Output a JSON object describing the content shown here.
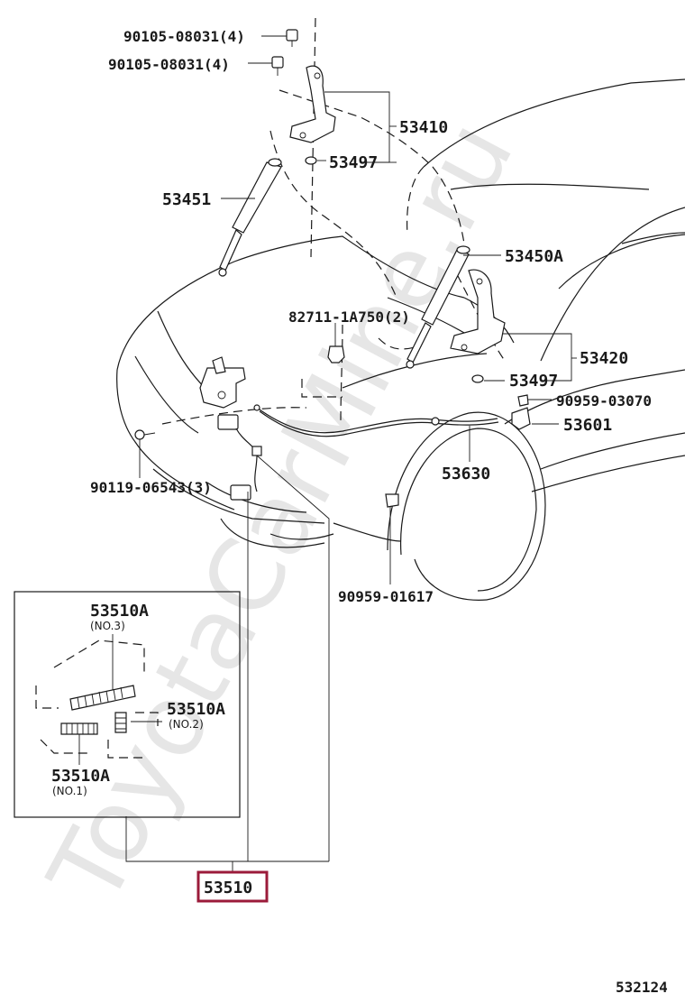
{
  "watermark": "ToyotaCarMine.ru",
  "diagram_number": "532124",
  "highlighted_part": "53510",
  "callouts": {
    "bolt_upper": "90105-08031(4)",
    "bolt_lower": "90105-08031(4)",
    "hinge_left": "53410",
    "washer_left": "53497",
    "strut_left": "53451",
    "strut_right": "53450A",
    "clip_mid": "82711-1A750(2)",
    "hinge_right": "53420",
    "washer_right": "53497",
    "clip_right": "90959-03070",
    "lever": "53601",
    "cable": "53630",
    "screw_latch": "90119-06543(3)",
    "clip_lower": "90959-01617"
  },
  "inset": {
    "part_no3": "53510A",
    "note_no3": "(NO.3)",
    "part_no2": "53510A",
    "note_no2": "(NO.2)",
    "part_no1": "53510A",
    "note_no1": "(NO.1)"
  }
}
